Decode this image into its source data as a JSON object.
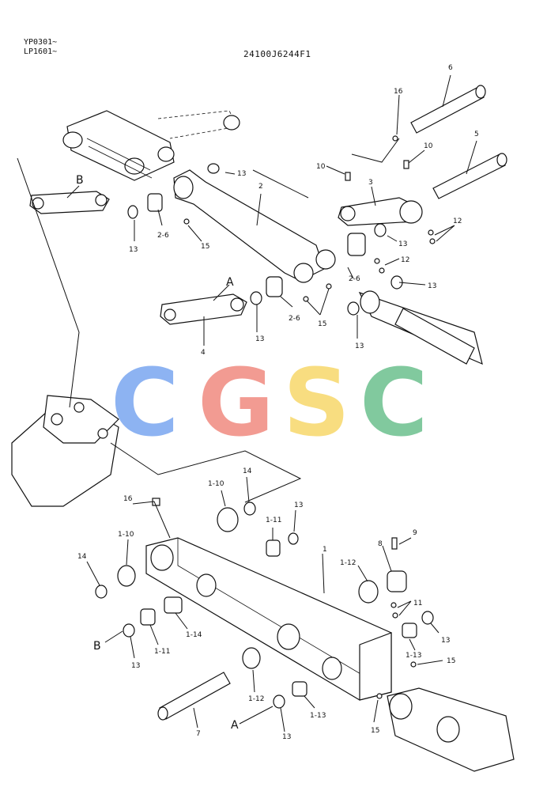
{
  "header": {
    "model_line_1": "YP0301~",
    "model_line_2": "LP1601~",
    "drawing_code": "24100J6244F1"
  },
  "watermark": {
    "letters": [
      "C",
      "G",
      "S",
      "C"
    ],
    "colors": [
      "#7aa6f0",
      "#f08a80",
      "#f7d86a",
      "#6cc08e"
    ]
  },
  "callouts": {
    "p1": "1",
    "p1_10a": "1-10",
    "p1_10b": "1-10",
    "p1_11a": "1-11",
    "p1_11b": "1-11",
    "p1_12a": "1-12",
    "p1_12b": "1-12",
    "p1_13a": "1-13",
    "p1_13b": "1-13",
    "p1_14": "1-14",
    "p2": "2",
    "p2_6a": "2-6",
    "p2_6b": "2-6",
    "p2_6c": "2-6",
    "p3": "3",
    "p4": "4",
    "p5": "5",
    "p6": "6",
    "p7": "7",
    "p8": "8",
    "p9": "9",
    "p10a": "10",
    "p10b": "10",
    "p11": "11",
    "p12a": "12",
    "p12b": "12",
    "p13": "13",
    "p14": "14",
    "p15": "15",
    "p16": "16",
    "A": "A",
    "B": "B"
  }
}
